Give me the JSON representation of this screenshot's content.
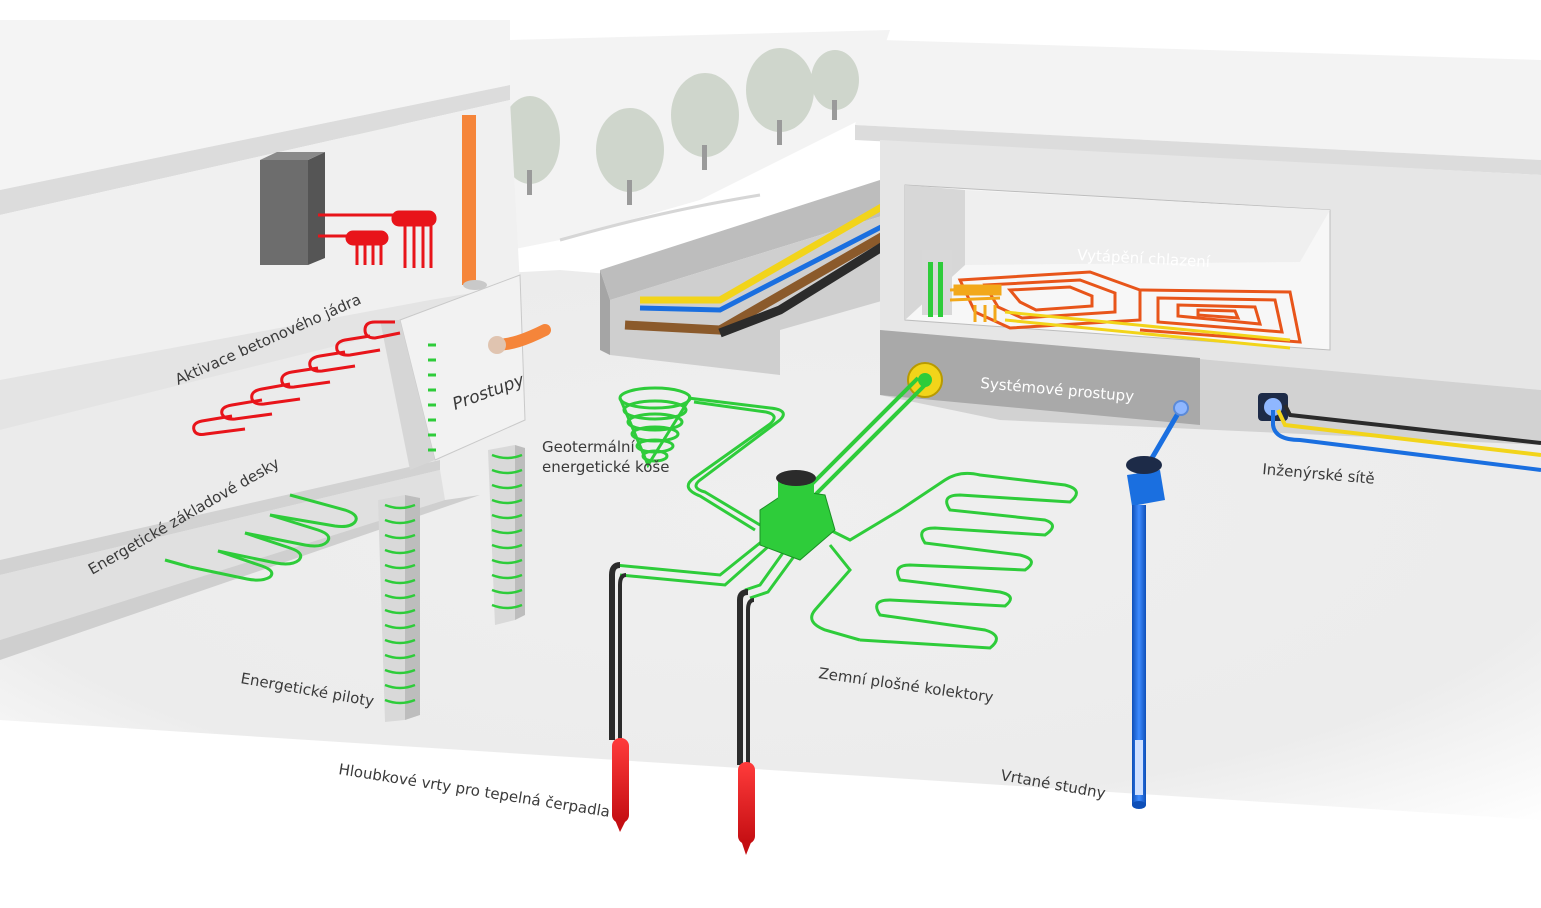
{
  "labels": {
    "core_activation": "Aktivace betonového jádra",
    "penetrations": "Prostupy",
    "foundation_slabs": "Energetické základové desky",
    "energy_piles": "Energetické piloty",
    "deep_boreholes": "Hloubkové vrty pro tepelná čerpadla",
    "geothermal_baskets_line1": "Geotermální",
    "geothermal_baskets_line2": "energetické koše",
    "ground_collectors": "Zemní plošné kolektory",
    "heating_cooling": "Vytápění chlazení",
    "system_penetrations": "Systémové prostupy",
    "utility_networks": "Inženýrské sítě",
    "drilled_wells": "Vrtané studny"
  },
  "colors": {
    "green_pipe": "#2ecc3a",
    "red_pipe": "#e8141a",
    "orange_pipe": "#f5853a",
    "blue_pipe": "#1a6fe0",
    "yellow_pipe": "#f2d41a",
    "black_pipe": "#2b2b2b",
    "concrete": "#e6e6e6"
  }
}
